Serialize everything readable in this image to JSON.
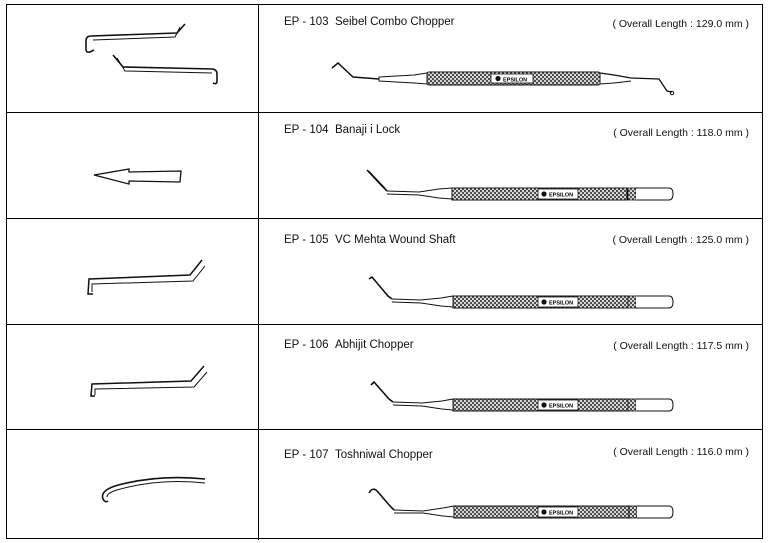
{
  "catalog": {
    "items": [
      {
        "code": "EP - 103",
        "name": "Seibel Combo Chopper",
        "length": "( Overall Length : 129.0 mm )",
        "tip_icon": "seibel-combo-chopper-tip-icon",
        "brand": "EPSILON"
      },
      {
        "code": "EP - 104",
        "name": "Banaji i Lock",
        "length": "( Overall Length : 118.0 mm )",
        "tip_icon": "banaji-lock-tip-icon",
        "brand": "EPSILON"
      },
      {
        "code": "EP - 105",
        "name": "VC Mehta Wound Shaft",
        "length": "( Overall Length : 125.0 mm )",
        "tip_icon": "vc-mehta-tip-icon",
        "brand": "EPSILON"
      },
      {
        "code": "EP - 106",
        "name": "Abhijit Chopper",
        "length": "( Overall Length : 117.5 mm )",
        "tip_icon": "abhijit-chopper-tip-icon",
        "brand": "EPSILON"
      },
      {
        "code": "EP - 107",
        "name": "Toshniwal Chopper",
        "length": "( Overall Length : 116.0 mm )",
        "tip_icon": "toshniwal-chopper-tip-icon",
        "brand": "EPSILON"
      }
    ]
  }
}
